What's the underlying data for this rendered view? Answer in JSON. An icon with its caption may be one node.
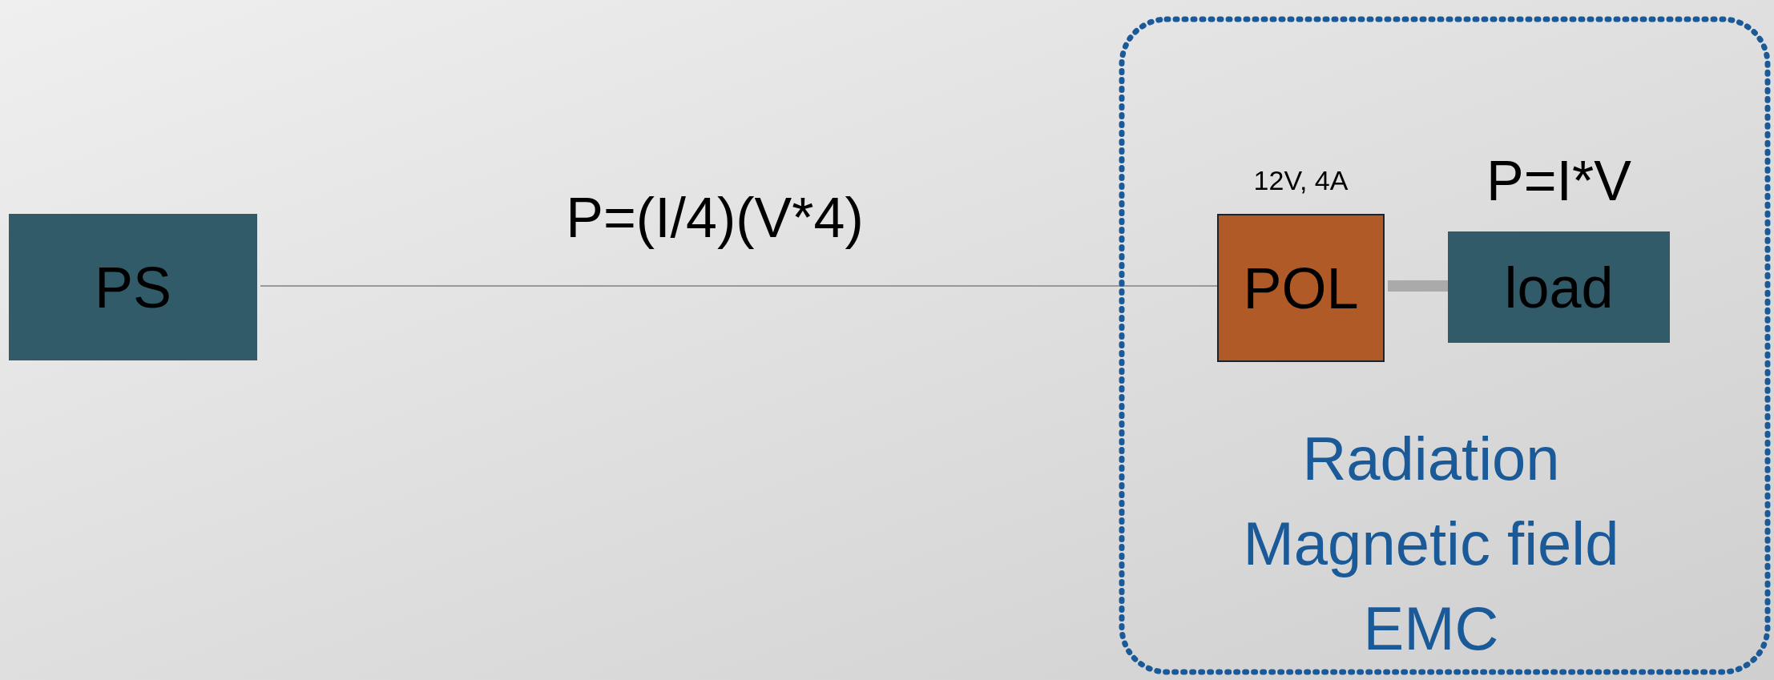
{
  "diagram": {
    "nodes": [
      {
        "text": [
          "PS"
        ]
      },
      {
        "text": [
          "Radiation Magnetic field EMC"
        ]
      },
      {
        "text": [
          "POL"
        ],
        "in": 1,
        "beside": [
          "12V, 4A"
        ]
      },
      {
        "text": [
          "load"
        ],
        "in": 1,
        "beside": [
          "P=I*V"
        ]
      }
    ],
    "edges": [
      {
        "from": 0,
        "to": 2,
        "arrow": "none",
        "label": "P=(I/4)(V*4)"
      },
      {
        "from": 2,
        "to": 3,
        "arrow": "none",
        "style": "thick",
        "color": "#aaaaaa"
      }
    ]
  }
}
